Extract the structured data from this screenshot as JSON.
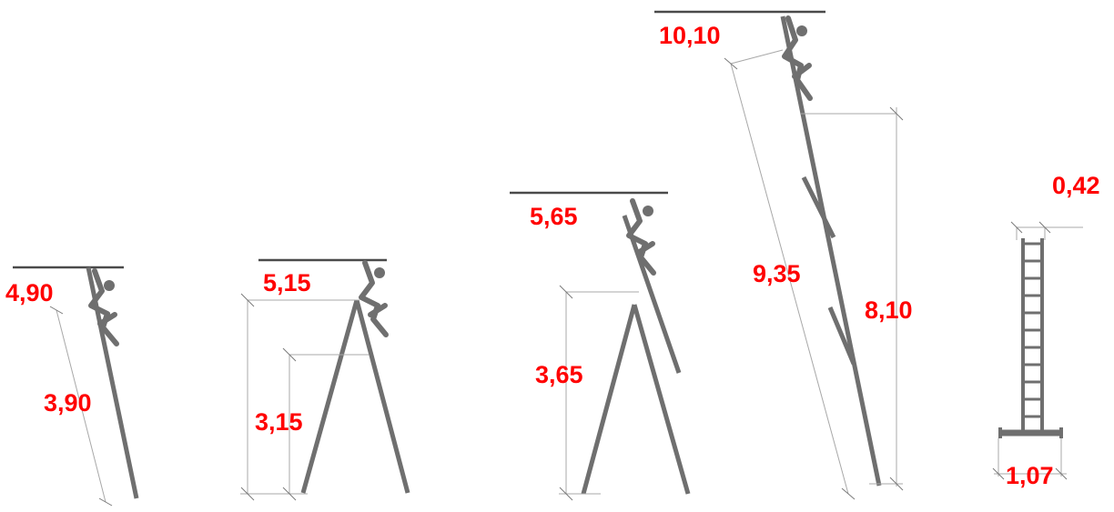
{
  "diagram": {
    "colors": {
      "labels": "#ff0000",
      "ladder": "#6f6f6f",
      "dimension_lines": "#a8a8a8",
      "ceiling": "#4a4a4a"
    },
    "configurations": [
      {
        "id": "single-lean",
        "max_height": "4,90",
        "ladder_length": "3,90"
      },
      {
        "id": "a-frame",
        "max_height": "5,15",
        "frame_height": "3,15"
      },
      {
        "id": "a-frame-extended",
        "max_height": "5,65",
        "frame_height": "3,65"
      },
      {
        "id": "extended-lean",
        "max_height": "10,10",
        "ladder_length": "9,35",
        "lean_height": "8,10"
      },
      {
        "id": "front-view",
        "top_width": "0,42",
        "base_width": "1,07"
      }
    ],
    "icons": [
      "person-icon",
      "ladder-icon"
    ]
  }
}
